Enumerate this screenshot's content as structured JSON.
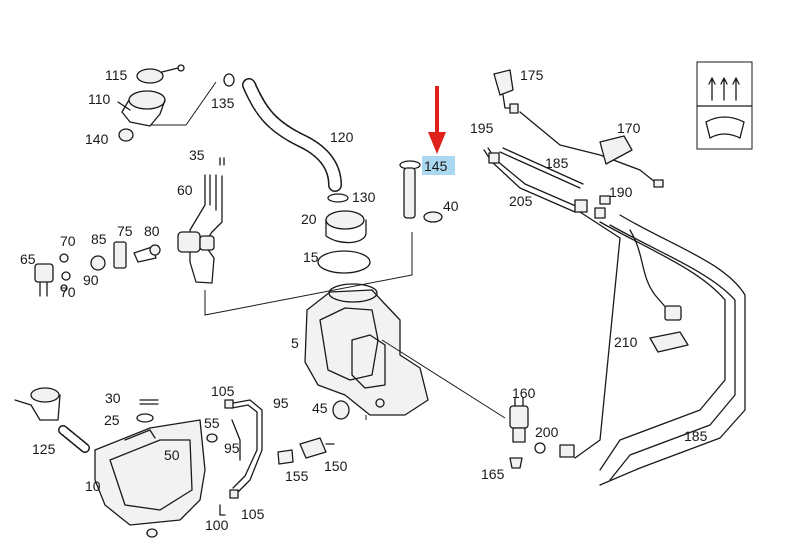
{
  "diagram": {
    "highlighted_part": "145",
    "highlight_color": "#a9d8f0",
    "arrow_color": "#e0201a",
    "labels": {
      "p115": "115",
      "p110": "110",
      "p140": "140",
      "p135": "135",
      "p120": "120",
      "p35": "35",
      "p60": "60",
      "p130": "130",
      "p20": "20",
      "p15": "15",
      "p145": "145",
      "p40": "40",
      "p70a": "70",
      "p85": "85",
      "p75": "75",
      "p80": "80",
      "p65": "65",
      "p90": "90",
      "p70b": "70",
      "p5": "5",
      "p175": "175",
      "p170": "170",
      "p195": "195",
      "p185a": "185",
      "p190": "190",
      "p205": "205",
      "p210": "210",
      "p160": "160",
      "p200": "200",
      "p165": "165",
      "p185b": "185",
      "p30": "30",
      "p105a": "105",
      "p95a": "95",
      "p25": "25",
      "p55": "55",
      "p45": "45",
      "p125": "125",
      "p95b": "95",
      "p150": "150",
      "p10": "10",
      "p155": "155",
      "p50": "50",
      "p100": "100",
      "p105b": "105"
    }
  }
}
